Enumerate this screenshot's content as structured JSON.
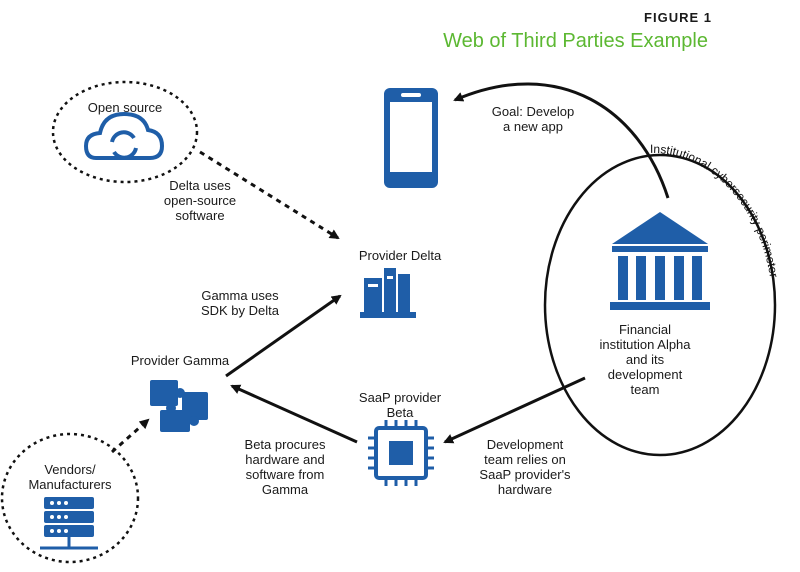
{
  "figure": {
    "label": "FIGURE 1",
    "title": "Web of Third Parties Example"
  },
  "nodes": {
    "open_source": "Open source",
    "provider_delta": "Provider Delta",
    "provider_gamma": "Provider Gamma",
    "vendors": "Vendors/\nManufacturers",
    "saas_beta": "SaaP provider\nBeta",
    "financial_alpha": "Financial\ninstitution Alpha\nand its\ndevelopment\nteam"
  },
  "edges": {
    "goal": "Goal: Develop\na new app",
    "delta_uses": "Delta uses\nopen-source\nsoftware",
    "gamma_uses": "Gamma uses\nSDK by Delta",
    "beta_procures": "Beta procures\nhardware and\nsoftware from\nGamma",
    "dev_relies": "Development\nteam relies on\nSaaP provider's\nhardware"
  },
  "perimeter_label": "Institutional cybersecurity perimeter",
  "colors": {
    "accent_green": "#5cb832",
    "icon_blue": "#1f5ea8",
    "line": "#111111"
  }
}
